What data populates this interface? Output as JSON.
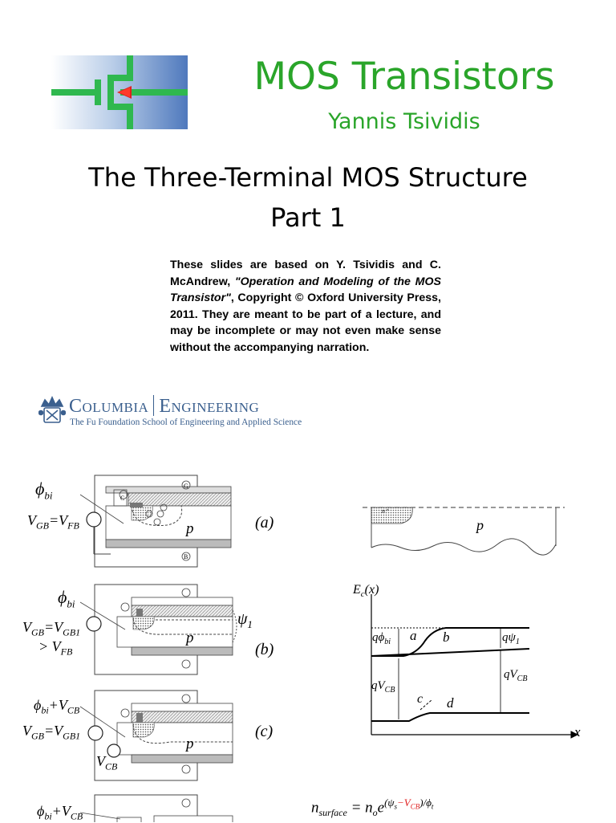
{
  "header": {
    "title": "MOS Transistors",
    "author": "Yannis Tsividis"
  },
  "subtitle": {
    "line1": "The Three-Terminal MOS Structure",
    "line2": "Part 1"
  },
  "notice": {
    "part1": "These slides are based on Y. Tsividis and C. McAndrew, ",
    "book": "\"Operation and Modeling of the MOS Transistor\"",
    "part2": ", Copyright © Oxford University Press, 2011. They are meant to be part of a lecture, and may be incomplete or may not even make sense without the accompanying narration."
  },
  "institution": {
    "name1": "Columbia",
    "name2": "Engineering",
    "school": "The Fu Foundation School of Engineering and Applied Science"
  },
  "figure": {
    "panel_labels": [
      "(a)",
      "(b)",
      "(c)"
    ],
    "terminal_gate": "G",
    "terminal_contact": "C",
    "terminal_bulk": "B",
    "region_p": "p",
    "region_n": "n⁺",
    "left_labels": {
      "a_phi": "ϕ",
      "a_phi_sub": "bi",
      "a_v": "V",
      "a_v_sub": "GB",
      "a_eq": "=V",
      "a_eq_sub": "FB",
      "b_phi": "ϕ",
      "b_phi_sub": "bi",
      "b_v": "V",
      "b_v_sub": "GB",
      "b_eq": "=V",
      "b_eq_sub": "GB1",
      "b_gt": "> V",
      "b_gt_sub": "FB",
      "b_psi": "ψ",
      "b_psi_sub": "1",
      "c_phi": "ϕ",
      "c_phi_sub": "bi",
      "c_plus": "+V",
      "c_plus_sub": "CB",
      "c_v": "V",
      "c_v_sub": "GB",
      "c_eq": "=V",
      "c_eq_sub": "GB1",
      "c_vcb": "V",
      "c_vcb_sub": "CB",
      "d_phi": "ϕ",
      "d_phi_sub": "bi",
      "d_plus": "+V",
      "d_plus_sub": "CB"
    },
    "band": {
      "axis_y": "E",
      "axis_y_sub": "c",
      "axis_y_arg": "(x)",
      "axis_x": "x",
      "q_phi": "qϕ",
      "q_phi_sub": "bi",
      "q_vcb_left": "qV",
      "q_vcb_left_sub": "CB",
      "q_psi": "qψ",
      "q_psi_sub": "1",
      "q_vcb_right": "qV",
      "q_vcb_right_sub": "CB",
      "pt_a": "a",
      "pt_b": "b",
      "pt_c": "c",
      "pt_d": "d"
    },
    "equation": {
      "lhs": "n",
      "lhs_sub": "surface",
      "eq": " = ",
      "n0": "n",
      "n0_sub": "o",
      "e": "e",
      "exp_open": "(ψ",
      "exp_s": "s",
      "exp_minus": "−V",
      "exp_cb": "CB",
      "exp_close": ")/ϕ",
      "exp_t": "t"
    },
    "colors": {
      "highlight": "#e02020"
    }
  },
  "colors": {
    "title_green": "#2aa52a",
    "columbia_blue": "#3a5f8e"
  }
}
